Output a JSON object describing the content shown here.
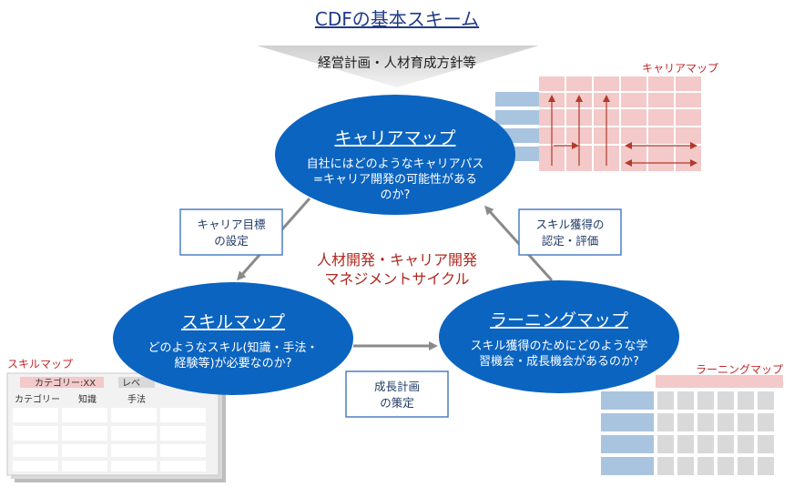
{
  "title": "CDFの基本スキーム",
  "banner": "経営計画・人材育成方針等",
  "center": [
    "人材開発・キャリア開発",
    "マネジメントサイクル"
  ],
  "career": {
    "title": "キャリアマップ",
    "body": [
      "自社にはどのようなキャリアパス",
      "=キャリア開発の可能性がある",
      "のか?"
    ]
  },
  "skill": {
    "title": "スキルマップ",
    "body": [
      "どのようなスキル(知識・手法・",
      "経験等)が必要なのか?"
    ]
  },
  "learning": {
    "title": "ラーニングマップ",
    "body": [
      "スキル獲得のためにどのような学",
      "習機会・成長機会があるのか?"
    ]
  },
  "boxes": {
    "goal": [
      "キャリア目標",
      "の設定"
    ],
    "eval": [
      "スキル獲得の",
      "認定・評価"
    ],
    "plan": [
      "成長計画",
      "の策定"
    ]
  },
  "thumbs": {
    "career_label": "キャリアマップ",
    "skill_label": "スキルマップ",
    "learning_label": "ラーニングマップ",
    "skill_category": "カテゴリー:XX",
    "skill_level": "レベ",
    "skill_cols": [
      "カテゴリー",
      "知識",
      "手法"
    ]
  },
  "colors": {
    "ellipse": "#0b64c0",
    "box_border": "#4f7fc0",
    "pink": "#f3c9c9",
    "blue_cell": "#a9c4df"
  }
}
